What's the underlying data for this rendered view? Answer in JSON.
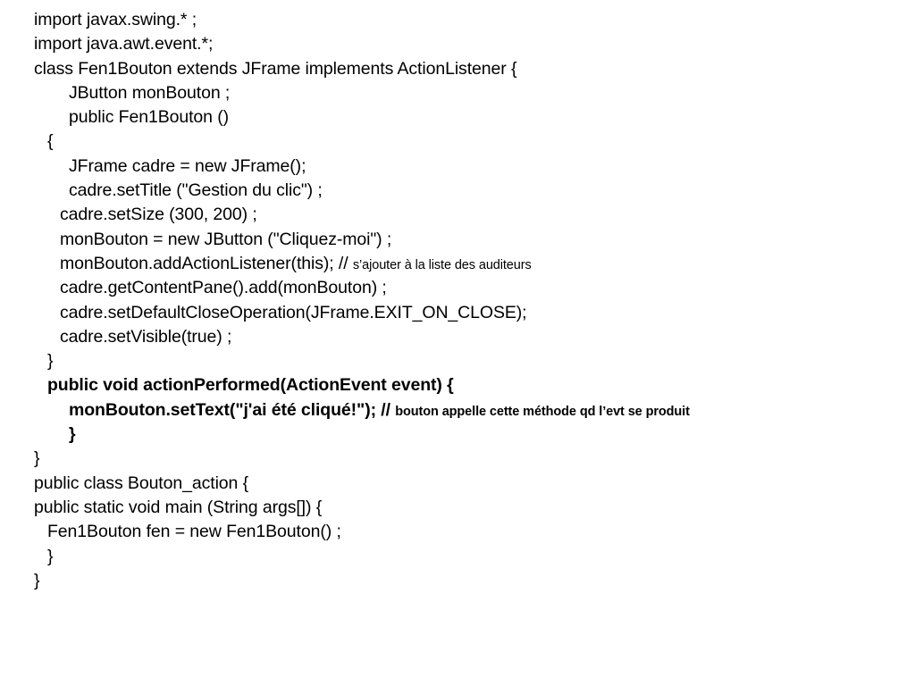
{
  "code_lines": [
    {
      "text": "import javax.swing.* ;",
      "indent": 0,
      "bold": false
    },
    {
      "text": "import java.awt.event.*;",
      "indent": 0,
      "bold": false
    },
    {
      "text": "class Fen1Bouton extends JFrame implements ActionListener {",
      "indent": 0,
      "bold": false
    },
    {
      "text": "JButton monBouton ;",
      "indent": 39,
      "bold": false
    },
    {
      "text": "public Fen1Bouton ()",
      "indent": 39,
      "bold": false
    },
    {
      "text": "{",
      "indent": 15,
      "bold": false
    },
    {
      "text": "JFrame cadre = new JFrame();",
      "indent": 39,
      "bold": false
    },
    {
      "text": "cadre.setTitle (\"Gestion du clic\") ;",
      "indent": 39,
      "bold": false
    },
    {
      "text": "cadre.setSize (300, 200) ;",
      "indent": 29,
      "bold": false
    },
    {
      "text": "monBouton = new JButton (\"Cliquez-moi\") ;",
      "indent": 29,
      "bold": false
    },
    {
      "text": "monBouton.addActionListener(this); // ",
      "indent": 29,
      "bold": false,
      "comment": "s’ajouter à la liste des auditeurs"
    },
    {
      "text": "cadre.getContentPane().add(monBouton) ;",
      "indent": 29,
      "bold": false
    },
    {
      "text": "cadre.setDefaultCloseOperation(JFrame.EXIT_ON_CLOSE);",
      "indent": 29,
      "bold": false
    },
    {
      "text": "cadre.setVisible(true) ;",
      "indent": 29,
      "bold": false
    },
    {
      "text": "}",
      "indent": 15,
      "bold": false
    },
    {
      "text": "public void actionPerformed(ActionEvent event) {",
      "indent": 15,
      "bold": true
    },
    {
      "text": "monBouton.setText(\"j'ai été cliqué!\"); // ",
      "indent": 39,
      "bold": true,
      "comment": "bouton appelle cette méthode qd l’evt se produit"
    },
    {
      "text": "}",
      "indent": 39,
      "bold": true
    },
    {
      "text": "}",
      "indent": 0,
      "bold": false
    },
    {
      "text": "public class Bouton_action {",
      "indent": 0,
      "bold": false
    },
    {
      "text": "public static void main (String args[]) {",
      "indent": 0,
      "bold": false
    },
    {
      "text": "Fen1Bouton fen = new Fen1Bouton() ;",
      "indent": 15,
      "bold": false
    },
    {
      "text": "}",
      "indent": 15,
      "bold": false
    },
    {
      "text": "}",
      "indent": 0,
      "bold": false
    }
  ]
}
